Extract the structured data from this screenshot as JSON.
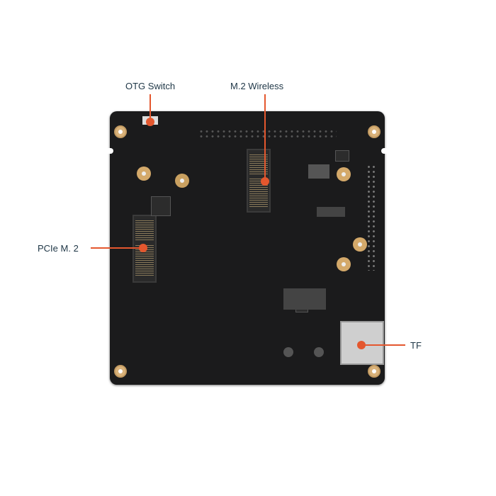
{
  "callouts": {
    "otg_switch": "OTG Switch",
    "m2_wireless": "M.2 Wireless",
    "pcie_m2": "PCIe M. 2",
    "tf": "TF"
  },
  "colors": {
    "accent": "#e4572e",
    "label": "#1e3646",
    "board": "#1b1b1c"
  }
}
